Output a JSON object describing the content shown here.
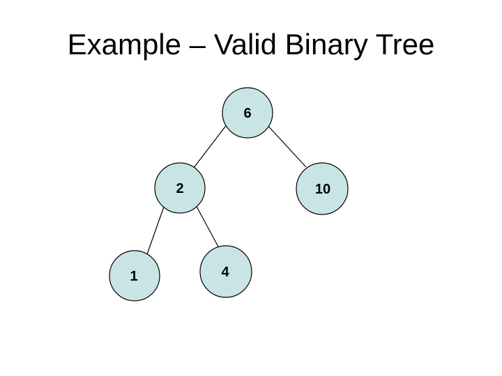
{
  "slide": {
    "title": "Example – Valid Binary Tree",
    "background_color": "#ffffff",
    "title_color": "#000000"
  },
  "tree": {
    "node_fill": "#C9E4E4",
    "node_border": "#000000",
    "edge_color": "#000000",
    "nodes": [
      {
        "label": "6"
      },
      {
        "label": "2"
      },
      {
        "label": "10"
      },
      {
        "label": "1"
      },
      {
        "label": "4"
      }
    ],
    "edges": [
      {
        "from": "6",
        "to": "2"
      },
      {
        "from": "6",
        "to": "10"
      },
      {
        "from": "2",
        "to": "1"
      },
      {
        "from": "2",
        "to": "4"
      }
    ]
  }
}
